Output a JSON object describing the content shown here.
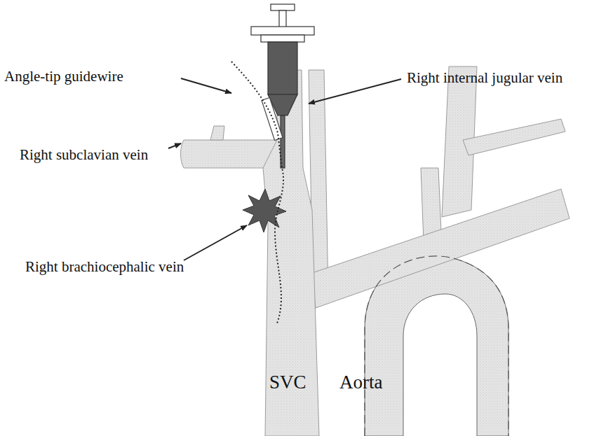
{
  "diagram": {
    "labels": [
      "Angle-tip guidewire",
      "Right internal jugular vein",
      "Right subclavian vein",
      "Right brachiocephalic vein",
      "SVC",
      "Aorta"
    ]
  }
}
